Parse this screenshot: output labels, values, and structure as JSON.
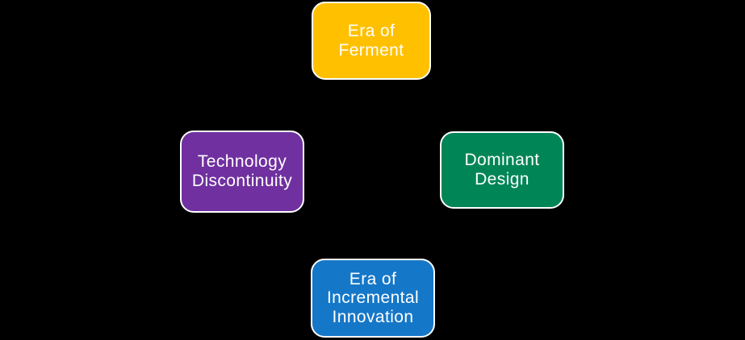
{
  "diagram": {
    "background_color": "#000000",
    "text_color": "#ffffff",
    "border_color": "#ffffff",
    "nodes": [
      {
        "id": "era-of-ferment",
        "label": "Era of\nFerment",
        "color": "#FFC000",
        "position": "top"
      },
      {
        "id": "technology-discontinuity",
        "label": "Technology\nDiscontinuity",
        "color": "#7030A0",
        "position": "left"
      },
      {
        "id": "dominant-design",
        "label": "Dominant\nDesign",
        "color": "#008656",
        "position": "right"
      },
      {
        "id": "era-of-incremental-innovation",
        "label": "Era of\nIncremental\nInnovation",
        "color": "#1577C8",
        "position": "bottom"
      }
    ]
  }
}
